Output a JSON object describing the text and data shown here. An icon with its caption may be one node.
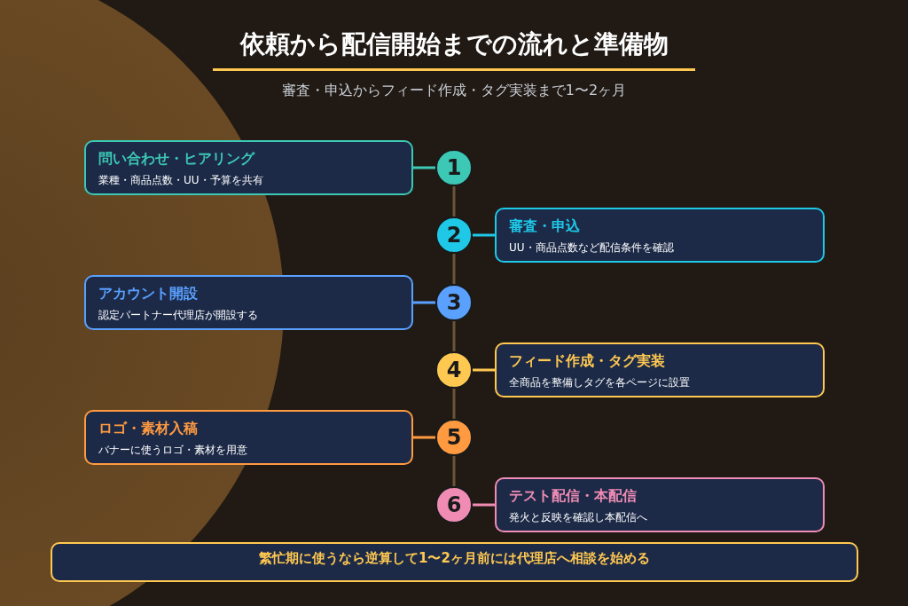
{
  "diagram": {
    "title": "依頼から配信開始までの流れと準備物",
    "nodes": [
      {
        "text": [
          "問い合わせ・ヒアリング",
          "業種・商品点数・UU・予算を共有"
        ]
      },
      {
        "text": [
          "1"
        ]
      },
      {
        "text": [
          "2"
        ]
      },
      {
        "text": [
          "審査・申込",
          "UU・商品点数など配信条件を確認"
        ]
      },
      {
        "text": [
          "アカウント開設",
          "認定パートナー代理店が開設する"
        ]
      },
      {
        "text": [
          "3"
        ]
      },
      {
        "text": [
          "4"
        ]
      },
      {
        "text": [
          "フィード作成・タグ実装",
          "全商品を整備しタグを各ページに設置"
        ]
      },
      {
        "text": [
          "ロゴ・素材入稿",
          "バナーに使うロゴ・素材を用意"
        ]
      },
      {
        "text": [
          "5"
        ]
      },
      {
        "text": [
          "6"
        ]
      },
      {
        "text": [
          "テスト配信・本配信",
          "発火と反映を確認し本配信へ"
        ]
      },
      {
        "text": [
          "繁忙期に使うなら逆算して1〜2ヶ月前には代理店へ相談を始める"
        ]
      }
    ],
    "edges": [
      {
        "from": 0,
        "to": 1,
        "arrow": "none",
        "color": "#3cc8b4"
      },
      {
        "from": 1,
        "to": 2,
        "arrow": "none"
      },
      {
        "from": 2,
        "to": 3,
        "arrow": "none",
        "color": "#1ec8e6"
      },
      {
        "from": 2,
        "to": 5,
        "arrow": "none"
      },
      {
        "from": 4,
        "to": 5,
        "arrow": "none",
        "color": "#5aa0ff"
      },
      {
        "from": 5,
        "to": 6,
        "arrow": "none"
      },
      {
        "from": 6,
        "to": 7,
        "arrow": "none",
        "color": "#ffc850"
      },
      {
        "from": 6,
        "to": 9,
        "arrow": "none"
      },
      {
        "from": 8,
        "to": 9,
        "arrow": "none",
        "color": "#ff9a40"
      },
      {
        "from": 9,
        "to": 10,
        "arrow": "none"
      },
      {
        "from": 10,
        "to": 11,
        "arrow": "none",
        "color": "#f08cb4"
      }
    ],
    "labels": [
      "審査・申込からフィード作成・タグ実装まで1〜2ヶ月"
    ]
  }
}
